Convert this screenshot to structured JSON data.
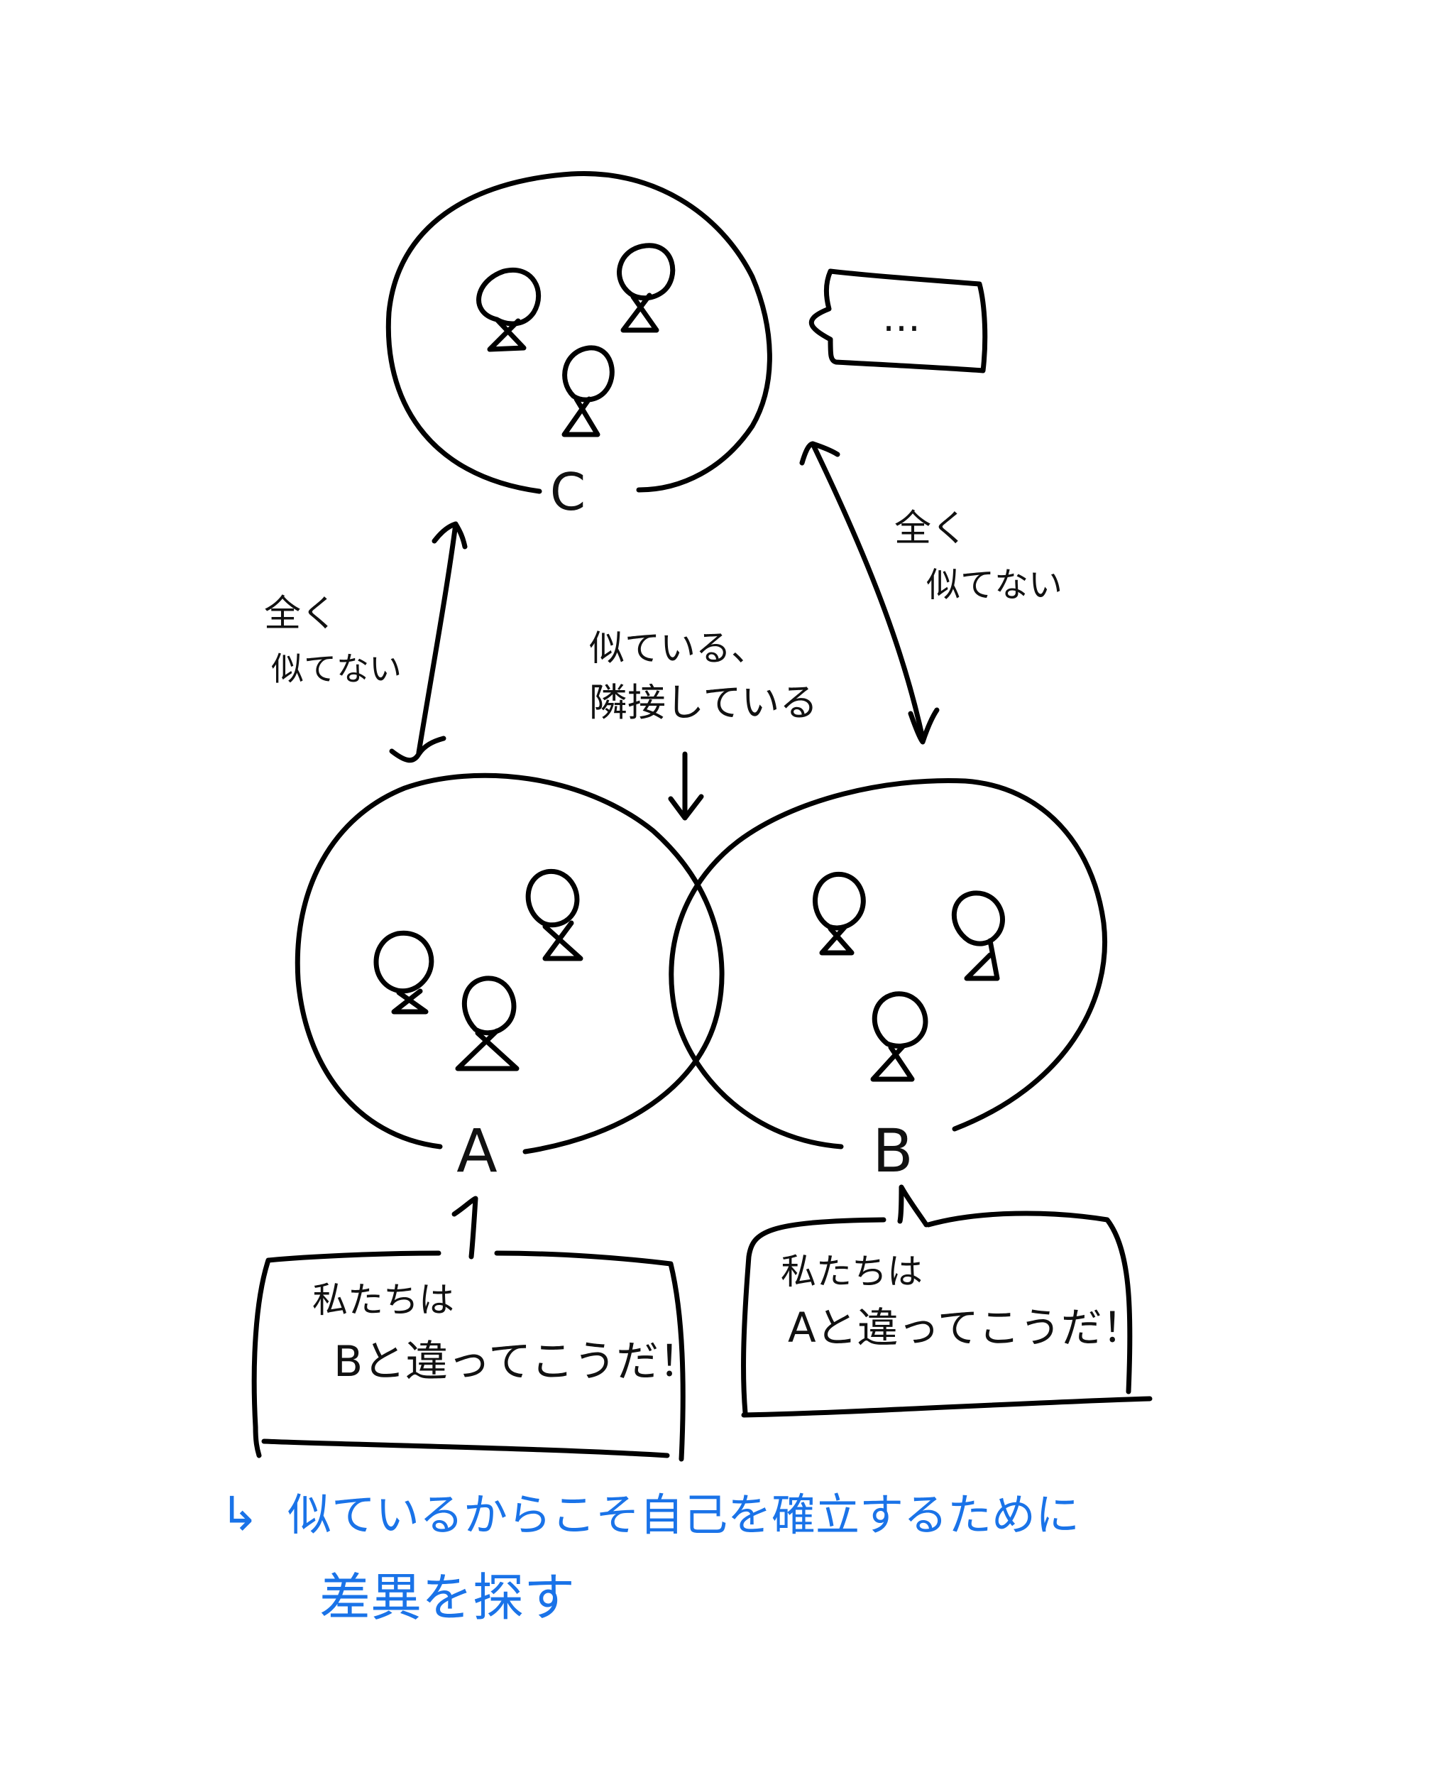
{
  "groups": {
    "c": {
      "label": "C",
      "speech": "…"
    },
    "a": {
      "label": "A",
      "speech_line1": "私たちは",
      "speech_line2": "Bと違ってこうだ！"
    },
    "b": {
      "label": "B",
      "speech_line1": "私たちは",
      "speech_line2": "Aと違ってこうだ！"
    }
  },
  "relations": {
    "c_a": {
      "line1": "全く",
      "line2": "似てない"
    },
    "c_b": {
      "line1": "全く",
      "line2": "似てない"
    },
    "a_b": {
      "line1": "似ている、",
      "line2": "隣接している"
    }
  },
  "conclusion": {
    "arrow": "↳",
    "line1": "似ているからこそ自己を確立するために",
    "line2": "差異を探す"
  },
  "colors": {
    "ink": "#000000",
    "note": "#1a73e8"
  }
}
